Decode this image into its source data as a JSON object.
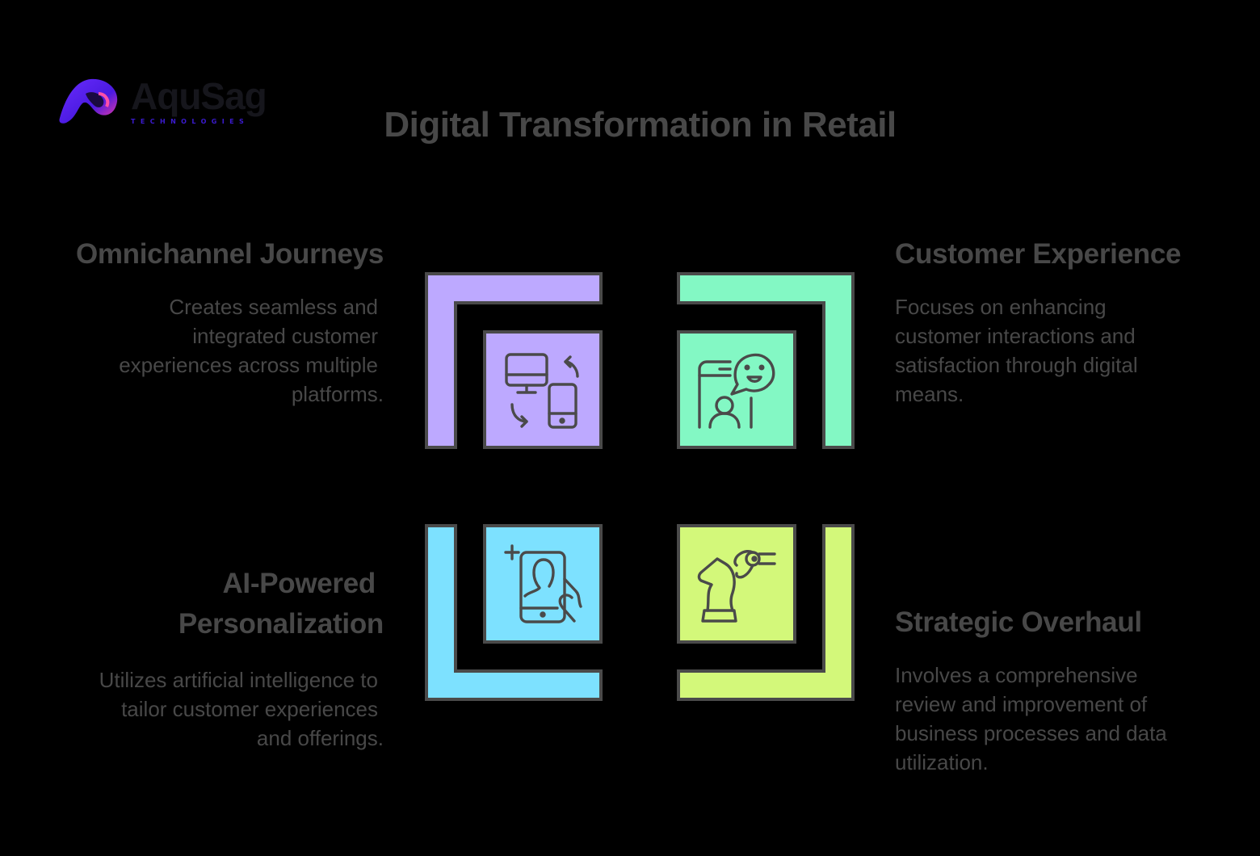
{
  "logo": {
    "name": "AquSag",
    "tagline": "TECHNOLOGIES",
    "icon": "aqusag-logo-icon"
  },
  "title": "Digital Transformation in Retail",
  "colors": {
    "background": "#000000",
    "text": "#484848",
    "stroke": "#4a4a4a",
    "purple": "#BDA9FF",
    "green": "#83F8C4",
    "blue": "#7DE1FF",
    "lime": "#D3F87A"
  },
  "sections": [
    {
      "heading": "Omnichannel Journeys",
      "description_lines": [
        "Creates seamless and",
        "integrated customer",
        "experiences across multiple",
        "platforms."
      ],
      "icon": "devices-sync-icon",
      "color": "#BDA9FF",
      "position": "top-left"
    },
    {
      "heading": "Customer Experience",
      "description_lines": [
        "Focuses on enhancing",
        "customer interactions and",
        "satisfaction through digital",
        "means."
      ],
      "icon": "customer-chat-smile-icon",
      "color": "#83F8C4",
      "position": "top-right"
    },
    {
      "heading_lines": [
        "AI-Powered",
        "Personalization"
      ],
      "description_lines": [
        "Utilizes artificial intelligence to",
        "tailor customer experiences",
        "and offerings."
      ],
      "icon": "smartphone-user-profile-icon",
      "color": "#7DE1FF",
      "position": "bottom-left"
    },
    {
      "heading": "Strategic Overhaul",
      "description_lines": [
        "Involves a comprehensive",
        "review and improvement of",
        "business processes and data",
        "utilization."
      ],
      "icon": "chess-knight-strategy-icon",
      "color": "#D3F87A",
      "position": "bottom-right"
    }
  ]
}
